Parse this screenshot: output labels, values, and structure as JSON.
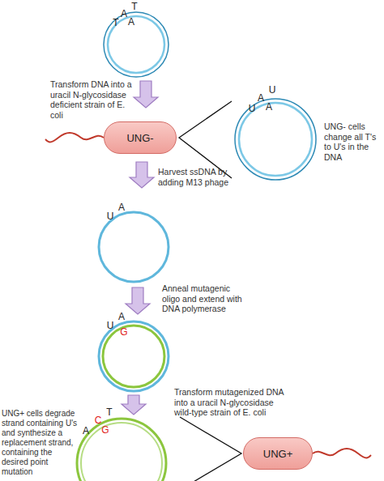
{
  "diagram": {
    "nodes": [
      {
        "text": [
          "UNG-"
        ]
      },
      {
        "text": [
          "UNG+"
        ]
      }
    ],
    "labels": [
      "T",
      "A",
      "T",
      "A",
      "Transform DNA into a uracil N-glycosidase deficient strain of E. coli",
      "U",
      "A",
      "U",
      "A",
      "UNG- cells change all T's to U's in the DNA",
      "Harvest ssDNA by adding M13 phage",
      "A",
      "U",
      "Anneal mutagenic oligo and extend with DNA polymerase",
      "A",
      "U",
      "G",
      "Transform mutagenized DNA into a uracil N-glycosidase wild-type strain of E. coli",
      "UNG+ cells degrade strand containing U's and synthesize a replacement strand, containing the desired point mutation",
      "T",
      "C",
      "G",
      "A"
    ]
  }
}
